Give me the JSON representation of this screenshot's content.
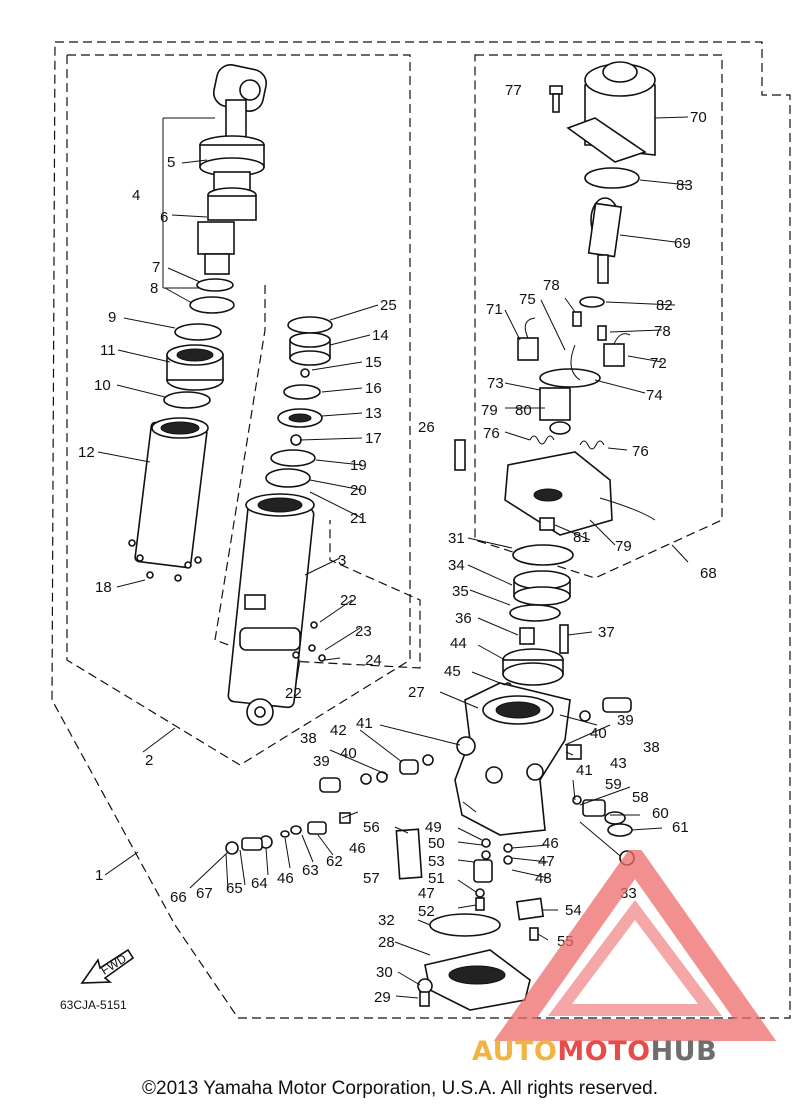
{
  "diagram": {
    "drawing_code": "63CJA-5151",
    "fwd_label": "FWD",
    "labels": [
      "1",
      "2",
      "3",
      "4",
      "5",
      "6",
      "7",
      "8",
      "9",
      "10",
      "11",
      "12",
      "13",
      "14",
      "15",
      "16",
      "17",
      "18",
      "19",
      "20",
      "21",
      "22",
      "22",
      "23",
      "24",
      "25",
      "26",
      "27",
      "28",
      "29",
      "30",
      "31",
      "32",
      "33",
      "34",
      "35",
      "36",
      "37",
      "38",
      "38",
      "39",
      "39",
      "40",
      "40",
      "41",
      "41",
      "42",
      "43",
      "44",
      "45",
      "46",
      "46",
      "46",
      "47",
      "47",
      "48",
      "49",
      "50",
      "51",
      "52",
      "53",
      "54",
      "55",
      "56",
      "57",
      "58",
      "59",
      "60",
      "61",
      "62",
      "63",
      "64",
      "65",
      "66",
      "67",
      "68",
      "69",
      "70",
      "71",
      "72",
      "73",
      "74",
      "75",
      "76",
      "76",
      "77",
      "78",
      "78",
      "79",
      "79",
      "80",
      "81",
      "82",
      "83"
    ]
  },
  "footer": {
    "copyright": "©2013 Yamaha Motor Corporation, U.S.A. All rights reserved."
  },
  "watermark": {
    "part1": "AUTO",
    "part2": "MOTO",
    "part3": "HUB",
    "colors": {
      "auto": "#f2b441",
      "moto": "#e94a4a",
      "hub": "#6e6e6e",
      "triangle": "#ee6b6b"
    }
  }
}
